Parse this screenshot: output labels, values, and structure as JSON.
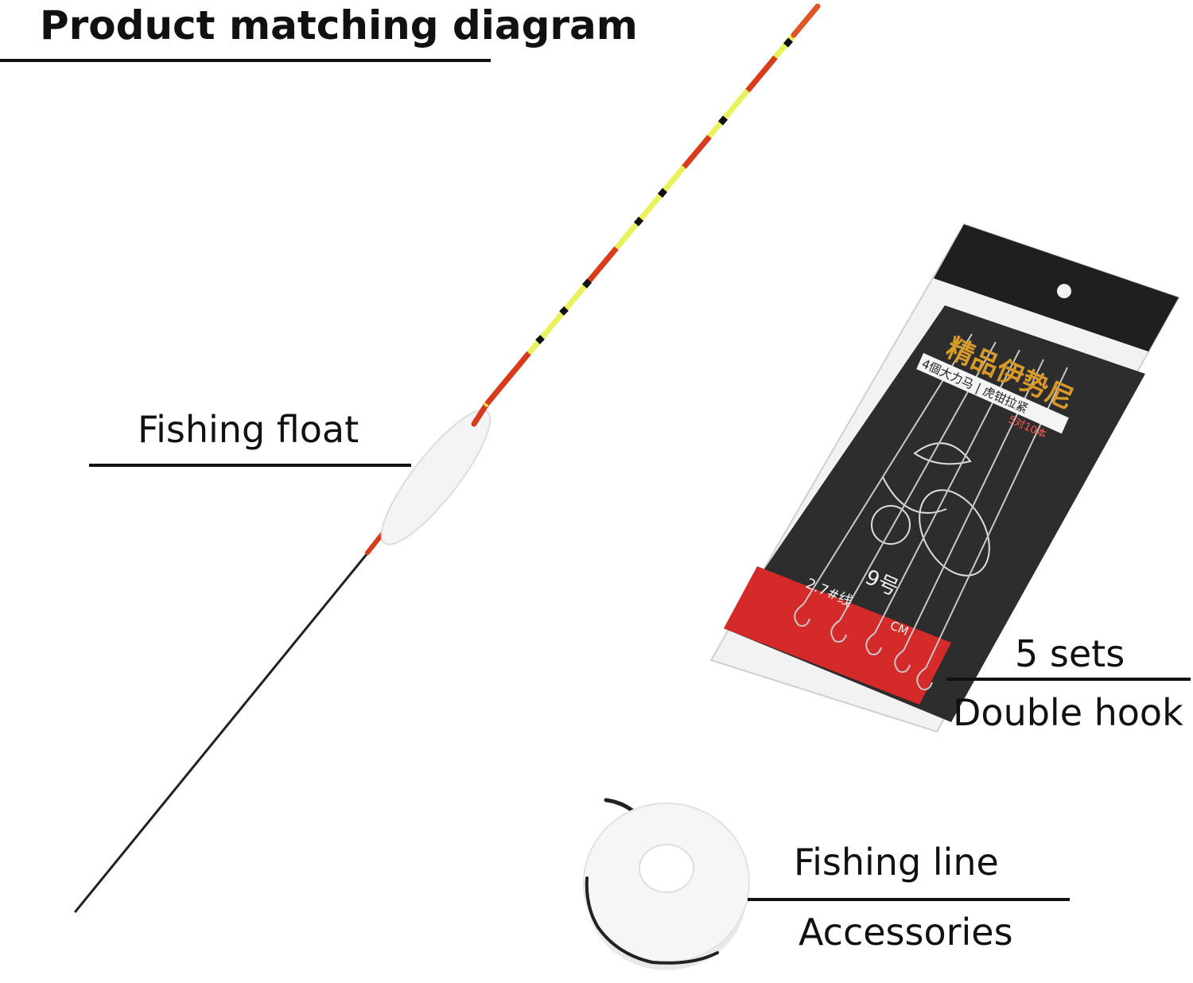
{
  "title": "Product matching diagram",
  "labels": {
    "float": "Fishing float",
    "hooks_count": "5 sets",
    "hooks_type": "Double hook",
    "line_name": "Fishing line",
    "line_type": "Accessories"
  },
  "package": {
    "brand": "精品伊势尼",
    "subtitle": "4個大力马 | 虎钳拉紧",
    "tag": "5对10本",
    "size": "9号",
    "line_spec": "2.7#线",
    "unit": "CM"
  },
  "colors": {
    "float_tip_red": "#d83a1e",
    "float_tip_yellow": "#e9f25a",
    "float_body": "#f4f4f4",
    "package_dark": "#2a2a2a",
    "package_red": "#d42a2a",
    "brand_gold": "#d89a2a"
  }
}
